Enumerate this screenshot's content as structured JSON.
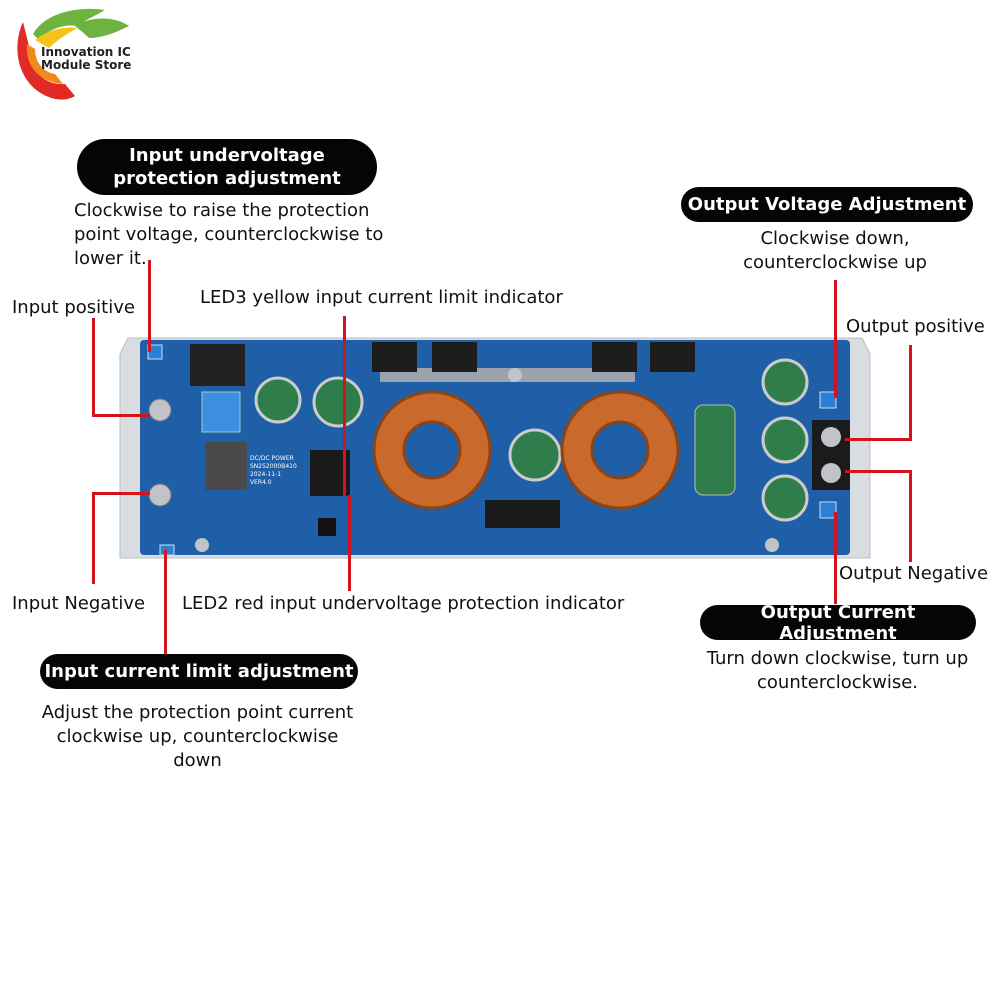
{
  "store": {
    "name_line1": "Innovation IC",
    "name_line2": "Module Store",
    "colors": {
      "green": "#6cb33f",
      "yellow": "#f2c417",
      "orange": "#f08a1c",
      "red": "#e02a26"
    }
  },
  "board": {
    "silkscreen": [
      "DC/DC POWER",
      "SN252000B410",
      "2024-11-1",
      "VER4.0"
    ],
    "colors": {
      "pcb": "#1f5fa8",
      "frame": "#d8dde2",
      "copper": "#c96a2c",
      "capacitor": "#2f7d4a"
    }
  },
  "annotations": {
    "input_uvp_adjust": {
      "title_lines": [
        "Input undervoltage",
        "protection adjustment"
      ],
      "desc_lines": [
        "Clockwise to raise the protection",
        "point voltage, counterclockwise to",
        "lower it."
      ]
    },
    "input_positive": "Input positive",
    "input_negative": "Input Negative",
    "led3": "LED3 yellow input current limit indicator",
    "led2": "LED2 red input undervoltage protection indicator",
    "input_current_limit": {
      "title": "Input current limit adjustment",
      "desc_lines": [
        "Adjust the protection point current",
        "clockwise up, counterclockwise",
        "down"
      ]
    },
    "output_voltage_adjust": {
      "title": "Output Voltage Adjustment",
      "desc_lines": [
        "Clockwise down,",
        "counterclockwise up"
      ]
    },
    "output_positive": "Output positive",
    "output_negative": "Output Negative",
    "output_current_adjust": {
      "title": "Output Current Adjustment",
      "desc_lines": [
        "Turn down clockwise, turn up",
        "counterclockwise."
      ]
    },
    "leader_color": "#d4141c"
  }
}
